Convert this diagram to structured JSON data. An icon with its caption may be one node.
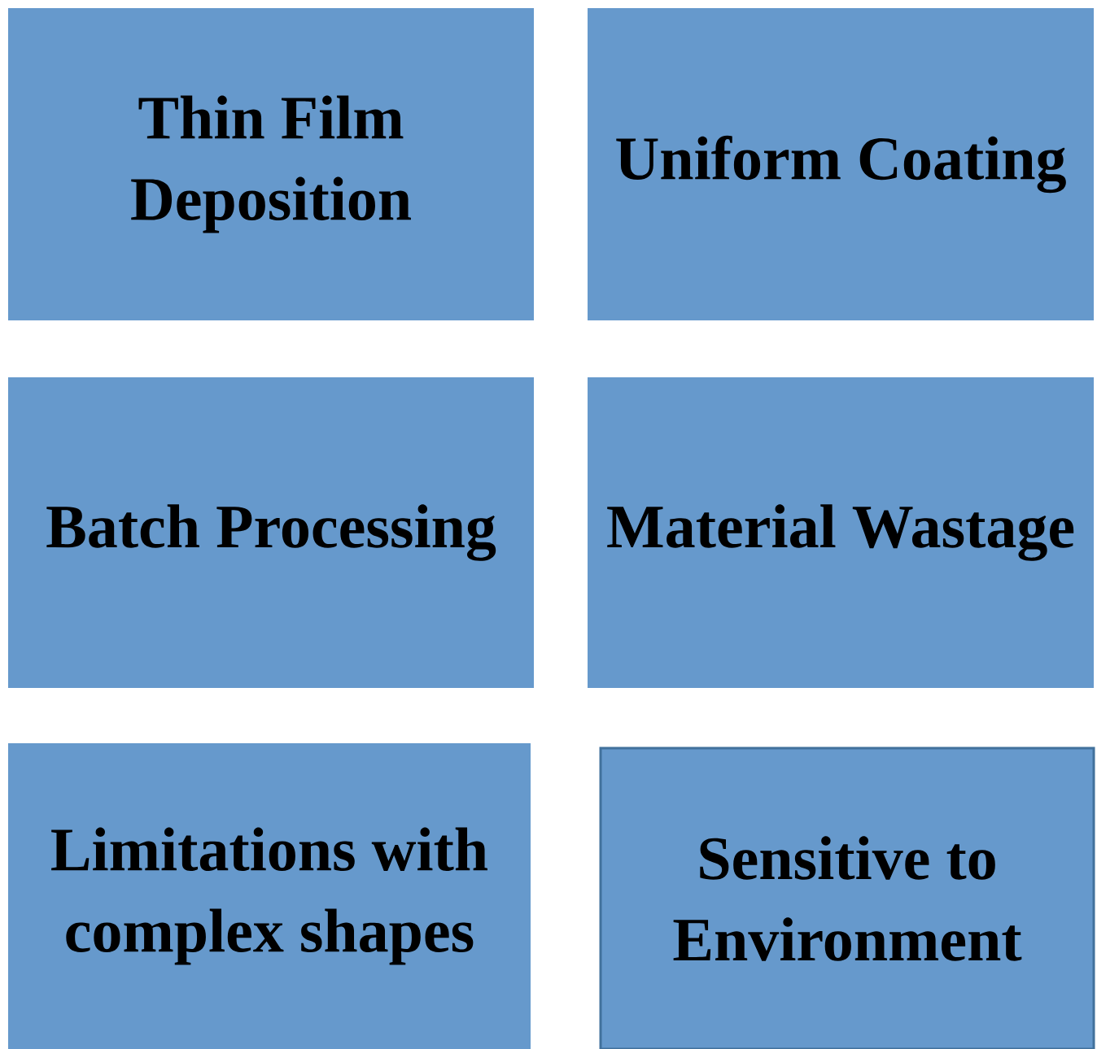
{
  "diagram": {
    "nodes": [
      {
        "text": [
          "Thin Film Deposition"
        ]
      },
      {
        "text": [
          "Uniform Coating"
        ]
      },
      {
        "text": [
          "Batch Processing"
        ]
      },
      {
        "text": [
          "Material Wastage"
        ]
      },
      {
        "text": [
          "Limitations with complex shapes"
        ]
      },
      {
        "text": [
          "Sensitive to Environment"
        ]
      }
    ]
  }
}
